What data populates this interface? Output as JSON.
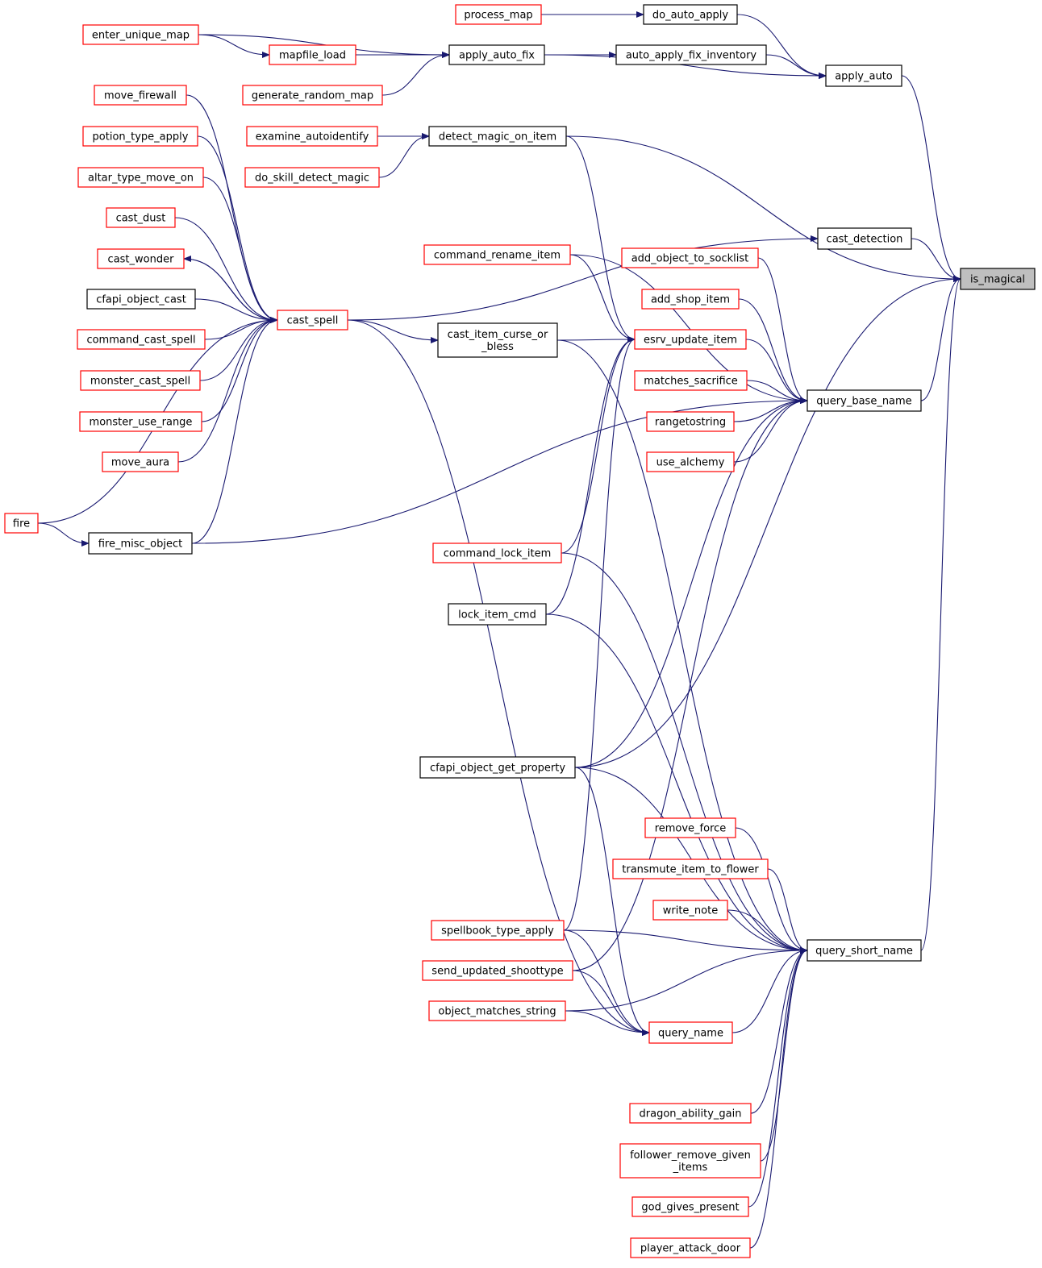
{
  "graph": {
    "edge_color": "#191970",
    "red_border": "#ff0000",
    "black_border": "#000000",
    "selected_fill": "#bfbfbf",
    "nodes": [
      {
        "id": "is_magical",
        "lines": [
          "is_magical"
        ],
        "style": "selected",
        "clickable": false
      },
      {
        "id": "apply_auto",
        "lines": [
          "apply_auto"
        ],
        "style": "black",
        "clickable": true
      },
      {
        "id": "do_auto_apply",
        "lines": [
          "do_auto_apply"
        ],
        "style": "black",
        "clickable": true
      },
      {
        "id": "process_map",
        "lines": [
          "process_map"
        ],
        "style": "red",
        "clickable": true
      },
      {
        "id": "auto_apply_fix_inventory",
        "lines": [
          "auto_apply_fix_inventory"
        ],
        "style": "black",
        "clickable": true
      },
      {
        "id": "apply_auto_fix",
        "lines": [
          "apply_auto_fix"
        ],
        "style": "black",
        "clickable": true
      },
      {
        "id": "enter_unique_map",
        "lines": [
          "enter_unique_map"
        ],
        "style": "red",
        "clickable": true
      },
      {
        "id": "mapfile_load",
        "lines": [
          "mapfile_load"
        ],
        "style": "red",
        "clickable": true
      },
      {
        "id": "generate_random_map",
        "lines": [
          "generate_random_map"
        ],
        "style": "red",
        "clickable": true
      },
      {
        "id": "detect_magic_on_item",
        "lines": [
          "detect_magic_on_item"
        ],
        "style": "black",
        "clickable": true
      },
      {
        "id": "examine_autoidentify",
        "lines": [
          "examine_autoidentify"
        ],
        "style": "red",
        "clickable": true
      },
      {
        "id": "do_skill_detect_magic",
        "lines": [
          "do_skill_detect_magic"
        ],
        "style": "red",
        "clickable": true
      },
      {
        "id": "cast_detection",
        "lines": [
          "cast_detection"
        ],
        "style": "black",
        "clickable": true
      },
      {
        "id": "cast_spell",
        "lines": [
          "cast_spell"
        ],
        "style": "red",
        "clickable": true
      },
      {
        "id": "move_firewall",
        "lines": [
          "move_firewall"
        ],
        "style": "red",
        "clickable": true
      },
      {
        "id": "potion_type_apply",
        "lines": [
          "potion_type_apply"
        ],
        "style": "red",
        "clickable": true
      },
      {
        "id": "altar_type_move_on",
        "lines": [
          "altar_type_move_on"
        ],
        "style": "red",
        "clickable": true
      },
      {
        "id": "cast_dust",
        "lines": [
          "cast_dust"
        ],
        "style": "red",
        "clickable": true
      },
      {
        "id": "cast_wonder",
        "lines": [
          "cast_wonder"
        ],
        "style": "red",
        "clickable": true
      },
      {
        "id": "cfapi_object_cast",
        "lines": [
          "cfapi_object_cast"
        ],
        "style": "black",
        "clickable": true
      },
      {
        "id": "command_cast_spell",
        "lines": [
          "command_cast_spell"
        ],
        "style": "red",
        "clickable": true
      },
      {
        "id": "monster_cast_spell",
        "lines": [
          "monster_cast_spell"
        ],
        "style": "red",
        "clickable": true
      },
      {
        "id": "monster_use_range",
        "lines": [
          "monster_use_range"
        ],
        "style": "red",
        "clickable": true
      },
      {
        "id": "move_aura",
        "lines": [
          "move_aura"
        ],
        "style": "red",
        "clickable": true
      },
      {
        "id": "fire",
        "lines": [
          "fire"
        ],
        "style": "red",
        "clickable": true
      },
      {
        "id": "fire_misc_object",
        "lines": [
          "fire_misc_object"
        ],
        "style": "black",
        "clickable": true
      },
      {
        "id": "cast_item_curse_or_bless",
        "lines": [
          "cast_item_curse_or",
          "_bless"
        ],
        "style": "black",
        "clickable": true
      },
      {
        "id": "command_rename_item",
        "lines": [
          "command_rename_item"
        ],
        "style": "red",
        "clickable": true
      },
      {
        "id": "esrv_update_item",
        "lines": [
          "esrv_update_item"
        ],
        "style": "red",
        "clickable": true
      },
      {
        "id": "command_lock_item",
        "lines": [
          "command_lock_item"
        ],
        "style": "red",
        "clickable": true
      },
      {
        "id": "lock_item_cmd",
        "lines": [
          "lock_item_cmd"
        ],
        "style": "black",
        "clickable": true
      },
      {
        "id": "cfapi_object_get_property",
        "lines": [
          "cfapi_object_get_property"
        ],
        "style": "black",
        "clickable": true
      },
      {
        "id": "spellbook_type_apply",
        "lines": [
          "spellbook_type_apply"
        ],
        "style": "red",
        "clickable": true
      },
      {
        "id": "send_updated_shoottype",
        "lines": [
          "send_updated_shoottype"
        ],
        "style": "red",
        "clickable": true
      },
      {
        "id": "object_matches_string",
        "lines": [
          "object_matches_string"
        ],
        "style": "red",
        "clickable": true
      },
      {
        "id": "query_base_name",
        "lines": [
          "query_base_name"
        ],
        "style": "black",
        "clickable": true
      },
      {
        "id": "add_object_to_socklist",
        "lines": [
          "add_object_to_socklist"
        ],
        "style": "red",
        "clickable": true
      },
      {
        "id": "add_shop_item",
        "lines": [
          "add_shop_item"
        ],
        "style": "red",
        "clickable": true
      },
      {
        "id": "matches_sacrifice",
        "lines": [
          "matches_sacrifice"
        ],
        "style": "red",
        "clickable": true
      },
      {
        "id": "rangetostring",
        "lines": [
          "rangetostring"
        ],
        "style": "red",
        "clickable": true
      },
      {
        "id": "use_alchemy",
        "lines": [
          "use_alchemy"
        ],
        "style": "red",
        "clickable": true
      },
      {
        "id": "query_short_name",
        "lines": [
          "query_short_name"
        ],
        "style": "black",
        "clickable": true
      },
      {
        "id": "remove_force",
        "lines": [
          "remove_force"
        ],
        "style": "red",
        "clickable": true
      },
      {
        "id": "transmute_item_to_flower",
        "lines": [
          "transmute_item_to_flower"
        ],
        "style": "red",
        "clickable": true
      },
      {
        "id": "write_note",
        "lines": [
          "write_note"
        ],
        "style": "red",
        "clickable": true
      },
      {
        "id": "query_name",
        "lines": [
          "query_name"
        ],
        "style": "red",
        "clickable": true
      },
      {
        "id": "dragon_ability_gain",
        "lines": [
          "dragon_ability_gain"
        ],
        "style": "red",
        "clickable": true
      },
      {
        "id": "follower_remove_given_items",
        "lines": [
          "follower_remove_given",
          "_items"
        ],
        "style": "red",
        "clickable": true
      },
      {
        "id": "god_gives_present",
        "lines": [
          "god_gives_present"
        ],
        "style": "red",
        "clickable": true
      },
      {
        "id": "player_attack_door",
        "lines": [
          "player_attack_door"
        ],
        "style": "red",
        "clickable": true
      }
    ],
    "edges": [
      [
        "apply_auto",
        "is_magical"
      ],
      [
        "do_auto_apply",
        "apply_auto"
      ],
      [
        "process_map",
        "do_auto_apply"
      ],
      [
        "auto_apply_fix_inventory",
        "apply_auto"
      ],
      [
        "apply_auto_fix",
        "apply_auto"
      ],
      [
        "apply_auto_fix",
        "auto_apply_fix_inventory"
      ],
      [
        "enter_unique_map",
        "apply_auto_fix"
      ],
      [
        "enter_unique_map",
        "mapfile_load"
      ],
      [
        "mapfile_load",
        "apply_auto_fix"
      ],
      [
        "generate_random_map",
        "apply_auto_fix"
      ],
      [
        "detect_magic_on_item",
        "is_magical"
      ],
      [
        "examine_autoidentify",
        "detect_magic_on_item"
      ],
      [
        "do_skill_detect_magic",
        "detect_magic_on_item"
      ],
      [
        "cast_detection",
        "is_magical"
      ],
      [
        "cast_spell",
        "cast_detection"
      ],
      [
        "move_firewall",
        "cast_spell"
      ],
      [
        "potion_type_apply",
        "cast_spell"
      ],
      [
        "altar_type_move_on",
        "cast_spell"
      ],
      [
        "cast_dust",
        "cast_spell"
      ],
      [
        "cast_wonder",
        "cast_spell"
      ],
      [
        "cast_spell",
        "cast_wonder"
      ],
      [
        "cfapi_object_cast",
        "cast_spell"
      ],
      [
        "command_cast_spell",
        "cast_spell"
      ],
      [
        "monster_cast_spell",
        "cast_spell"
      ],
      [
        "monster_use_range",
        "cast_spell"
      ],
      [
        "move_aura",
        "cast_spell"
      ],
      [
        "fire",
        "cast_spell"
      ],
      [
        "fire",
        "fire_misc_object"
      ],
      [
        "fire_misc_object",
        "cast_spell"
      ],
      [
        "cast_spell",
        "cast_item_curse_or_bless"
      ],
      [
        "cast_spell",
        "query_name"
      ],
      [
        "detect_magic_on_item",
        "esrv_update_item"
      ],
      [
        "command_rename_item",
        "esrv_update_item"
      ],
      [
        "cast_item_curse_or_bless",
        "esrv_update_item"
      ],
      [
        "command_lock_item",
        "esrv_update_item"
      ],
      [
        "lock_item_cmd",
        "esrv_update_item"
      ],
      [
        "spellbook_type_apply",
        "esrv_update_item"
      ],
      [
        "query_base_name",
        "is_magical"
      ],
      [
        "command_rename_item",
        "query_base_name"
      ],
      [
        "add_object_to_socklist",
        "query_base_name"
      ],
      [
        "add_shop_item",
        "query_base_name"
      ],
      [
        "esrv_update_item",
        "query_base_name"
      ],
      [
        "matches_sacrifice",
        "query_base_name"
      ],
      [
        "rangetostring",
        "query_base_name"
      ],
      [
        "use_alchemy",
        "query_base_name"
      ],
      [
        "fire_misc_object",
        "query_base_name"
      ],
      [
        "cfapi_object_get_property",
        "query_base_name"
      ],
      [
        "send_updated_shoottype",
        "query_base_name"
      ],
      [
        "query_short_name",
        "is_magical"
      ],
      [
        "cfapi_object_get_property",
        "is_magical"
      ],
      [
        "cast_item_curse_or_bless",
        "query_short_name"
      ],
      [
        "command_lock_item",
        "query_short_name"
      ],
      [
        "lock_item_cmd",
        "query_short_name"
      ],
      [
        "cfapi_object_get_property",
        "query_short_name"
      ],
      [
        "object_matches_string",
        "query_short_name"
      ],
      [
        "remove_force",
        "query_short_name"
      ],
      [
        "transmute_item_to_flower",
        "query_short_name"
      ],
      [
        "write_note",
        "query_short_name"
      ],
      [
        "spellbook_type_apply",
        "query_short_name"
      ],
      [
        "query_name",
        "query_short_name"
      ],
      [
        "dragon_ability_gain",
        "query_short_name"
      ],
      [
        "follower_remove_given_items",
        "query_short_name"
      ],
      [
        "god_gives_present",
        "query_short_name"
      ],
      [
        "player_attack_door",
        "query_short_name"
      ],
      [
        "cfapi_object_get_property",
        "query_name"
      ],
      [
        "spellbook_type_apply",
        "query_name"
      ],
      [
        "send_updated_shoottype",
        "query_name"
      ],
      [
        "object_matches_string",
        "query_name"
      ]
    ]
  }
}
